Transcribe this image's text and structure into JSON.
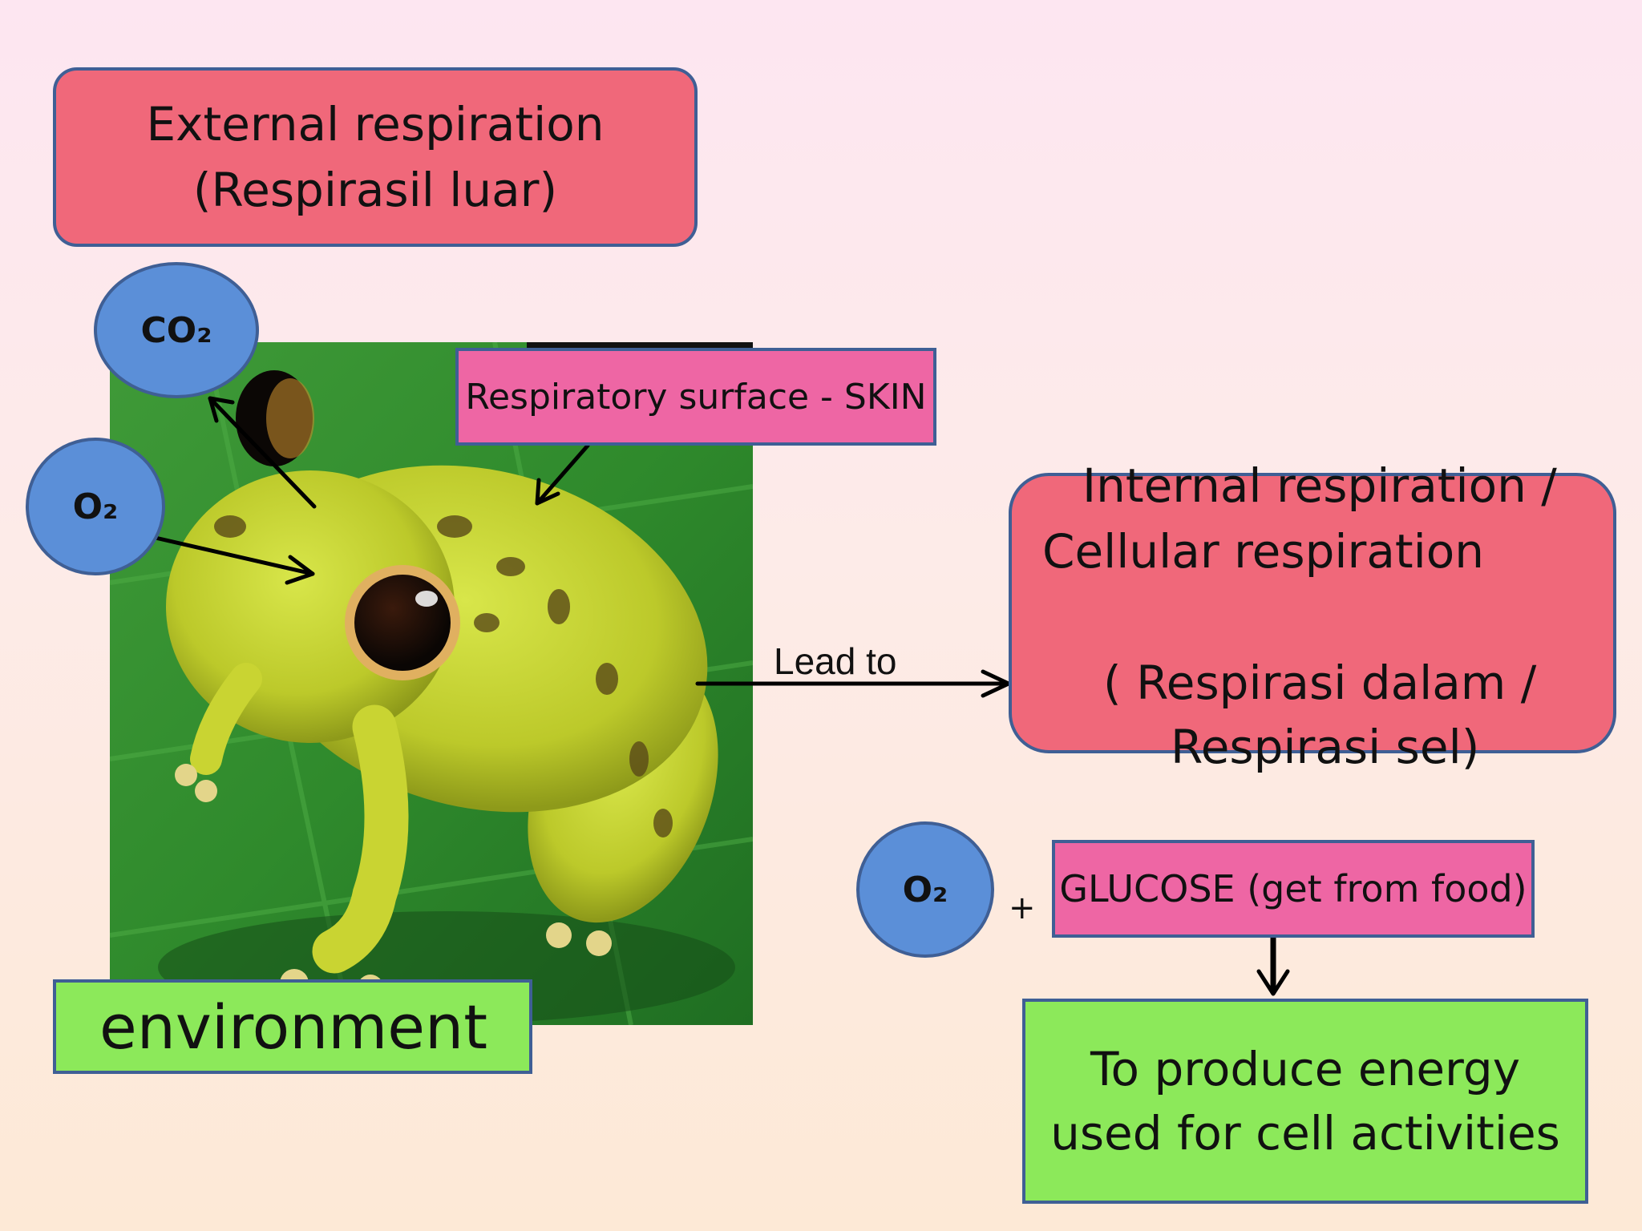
{
  "external": {
    "line1": "External respiration",
    "line2": "(Respirasil luar)"
  },
  "co2_label": "CO₂",
  "o2_label": "O₂",
  "skin_label": "Respiratory surface - SKIN",
  "lead_to_label": "Lead to",
  "internal": {
    "line1": "Internal respiration /",
    "line2": "Cellular respiration",
    "line3": "( Respirasi dalam /",
    "line4": "Respirasi sel)"
  },
  "environment_label": "environment",
  "o2_right_label": "O₂",
  "plus_label": "+",
  "glucose_label": "GLUCOSE (get from food)",
  "energy": {
    "line1": "To produce energy",
    "line2": "used for cell activities"
  },
  "colors": {
    "red_box": "#f0687a",
    "pink_box": "#ee66a4",
    "green_box": "#8ce95a",
    "bubble": "#5b8fd8",
    "border": "#3f5f95"
  }
}
